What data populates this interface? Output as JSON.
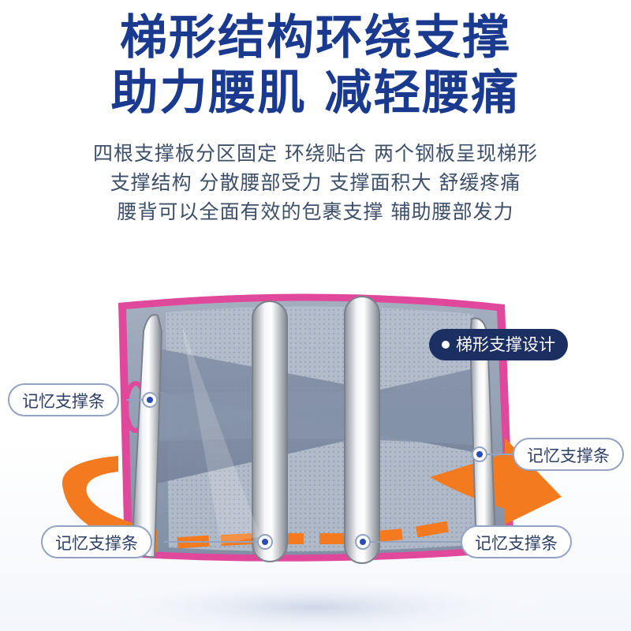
{
  "headline": {
    "line1": "梯形结构环绕支撑",
    "line2": "助力腰肌 减轻腰痛"
  },
  "description": {
    "line1": "四根支撑板分区固定 环绕贴合 两个钢板呈现梯形",
    "line2": "支撑结构 分散腰部受力 支撑面积大 舒缓疼痛",
    "line3": "腰背可以全面有效的包裹支撑 辅助腰部发力"
  },
  "callouts": {
    "trapezoid": "梯形支撑设计",
    "memory_left": "记忆支撑条",
    "memory_right": "记忆支撑条",
    "memory_bottom_left": "记忆支撑条",
    "memory_bottom_right": "记忆支撑条"
  },
  "colors": {
    "headline": "#1a3a8f",
    "body_text": "#3e4f6a",
    "belt_gray": "#8f9cb0",
    "pink_trim": "#e0489c",
    "orange_arrow": "#f47a20",
    "callout_dark": "#1c2f63",
    "callout_border": "#93a3c2"
  }
}
